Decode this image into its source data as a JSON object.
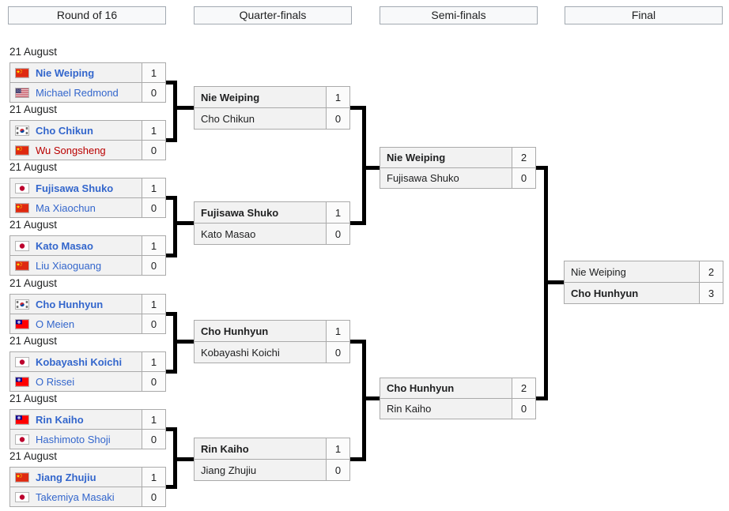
{
  "colors": {
    "link_blue": "#3366cc",
    "red_link": "#ba0000",
    "text": "#202122",
    "cell_background": "#f2f2f2",
    "score_background": "#fbfbfb",
    "cell_border": "#aaaaaa",
    "connector_line": "#000000"
  },
  "headers": [
    {
      "label": "Round of 16"
    },
    {
      "label": "Quarter-finals"
    },
    {
      "label": "Semi-finals"
    },
    {
      "label": "Final"
    }
  ],
  "rounds": [
    {
      "title": "Round of 16",
      "matches": [
        {
          "date": "21 August",
          "players": [
            {
              "name": "Nie Weiping",
              "flag": "china",
              "score": "1",
              "winner": true
            },
            {
              "name": "Michael Redmond",
              "flag": "usa",
              "score": "0",
              "winner": false
            }
          ]
        },
        {
          "date": "21 August",
          "players": [
            {
              "name": "Cho Chikun",
              "flag": "south-korea",
              "score": "1",
              "winner": true
            },
            {
              "name": "Wu Songsheng",
              "flag": "china",
              "score": "0",
              "winner": false,
              "red_link": true
            }
          ]
        },
        {
          "date": "21 August",
          "players": [
            {
              "name": "Fujisawa Shuko",
              "flag": "japan",
              "score": "1",
              "winner": true
            },
            {
              "name": "Ma Xiaochun",
              "flag": "china",
              "score": "0",
              "winner": false
            }
          ]
        },
        {
          "date": "21 August",
          "players": [
            {
              "name": "Kato Masao",
              "flag": "japan",
              "score": "1",
              "winner": true
            },
            {
              "name": "Liu Xiaoguang",
              "flag": "china",
              "score": "0",
              "winner": false
            }
          ]
        },
        {
          "date": "21 August",
          "players": [
            {
              "name": "Cho Hunhyun",
              "flag": "south-korea",
              "score": "1",
              "winner": true
            },
            {
              "name": "O Meien",
              "flag": "taiwan",
              "score": "0",
              "winner": false
            }
          ]
        },
        {
          "date": "21 August",
          "players": [
            {
              "name": "Kobayashi Koichi",
              "flag": "japan",
              "score": "1",
              "winner": true
            },
            {
              "name": "O Rissei",
              "flag": "taiwan",
              "score": "0",
              "winner": false
            }
          ]
        },
        {
          "date": "21 August",
          "players": [
            {
              "name": "Rin Kaiho",
              "flag": "taiwan",
              "score": "1",
              "winner": true
            },
            {
              "name": "Hashimoto Shoji",
              "flag": "japan",
              "score": "0",
              "winner": false
            }
          ]
        },
        {
          "date": "21 August",
          "players": [
            {
              "name": "Jiang Zhujiu",
              "flag": "china",
              "score": "1",
              "winner": true
            },
            {
              "name": "Takemiya Masaki",
              "flag": "japan",
              "score": "0",
              "winner": false
            }
          ]
        }
      ]
    },
    {
      "title": "Quarter-finals",
      "matches": [
        {
          "players": [
            {
              "name": "Nie Weiping",
              "score": "1",
              "winner": true
            },
            {
              "name": "Cho Chikun",
              "score": "0",
              "winner": false
            }
          ]
        },
        {
          "players": [
            {
              "name": "Fujisawa Shuko",
              "score": "1",
              "winner": true
            },
            {
              "name": "Kato Masao",
              "score": "0",
              "winner": false
            }
          ]
        },
        {
          "players": [
            {
              "name": "Cho Hunhyun",
              "score": "1",
              "winner": true
            },
            {
              "name": "Kobayashi Koichi",
              "score": "0",
              "winner": false
            }
          ]
        },
        {
          "players": [
            {
              "name": "Rin Kaiho",
              "score": "1",
              "winner": true
            },
            {
              "name": "Jiang Zhujiu",
              "score": "0",
              "winner": false
            }
          ]
        }
      ]
    },
    {
      "title": "Semi-finals",
      "matches": [
        {
          "players": [
            {
              "name": "Nie Weiping",
              "score": "2",
              "winner": true
            },
            {
              "name": "Fujisawa Shuko",
              "score": "0",
              "winner": false
            }
          ]
        },
        {
          "players": [
            {
              "name": "Cho Hunhyun",
              "score": "2",
              "winner": true
            },
            {
              "name": "Rin Kaiho",
              "score": "0",
              "winner": false
            }
          ]
        }
      ]
    },
    {
      "title": "Final",
      "matches": [
        {
          "players": [
            {
              "name": "Nie Weiping",
              "score": "2",
              "winner": false
            },
            {
              "name": "Cho Hunhyun",
              "score": "3",
              "winner": true
            }
          ]
        }
      ]
    }
  ]
}
